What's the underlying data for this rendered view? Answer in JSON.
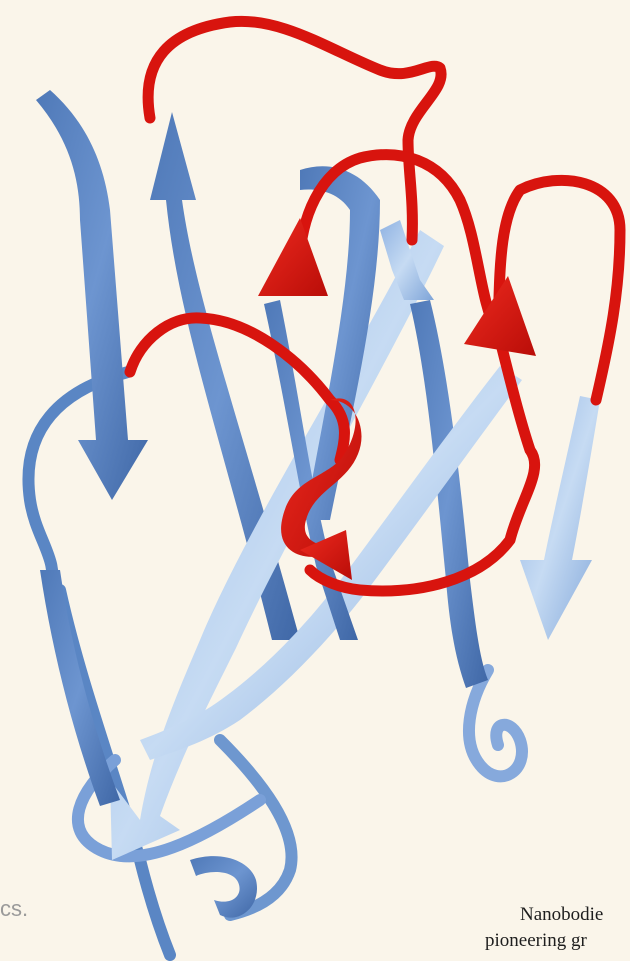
{
  "caption_left": "cs.",
  "caption_right": {
    "line1": "Nanobodie",
    "line2": "pioneering gr"
  },
  "colors": {
    "background": "#faf5ea",
    "ribbon_blue": "#5b86c4",
    "ribbon_light": "#9dbde6",
    "ribbon_red": "#d8140e"
  }
}
